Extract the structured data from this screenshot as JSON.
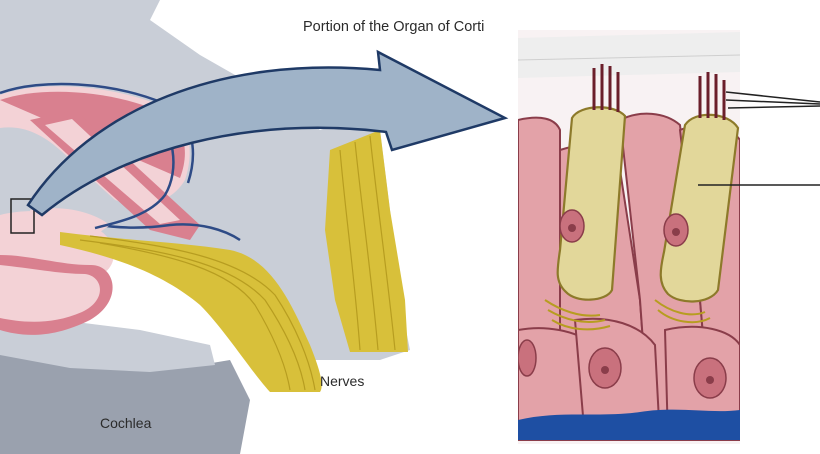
{
  "labels": {
    "title": "Portion of the Organ of Corti",
    "nerves": "Nerves",
    "cochlea": "Cochlea"
  },
  "colors": {
    "background": "#ffffff",
    "bone": "#c9ced7",
    "bone_dark": "#9aa1ae",
    "canal_pink": "#d9808f",
    "canal_light": "#f3d2d6",
    "membrane_blue": "#2e4b86",
    "nerve_yellow": "#d8c03a",
    "nerve_shade": "#b79d20",
    "arrow_fill": "#9fb3c8",
    "arrow_stroke": "#1f3a66",
    "cell_pink": "#e3a2a8",
    "cell_outline": "#8a3d4a",
    "hair_cell_yellow": "#e2d79a",
    "hair_cell_outline": "#8d7a2a",
    "nucleus": "#c9717d",
    "tectorial": "#eeeeee",
    "basilar_blue": "#1e4fa3",
    "stereocilia": "#6b1f2b",
    "pointer_line": "#222222"
  },
  "icons": [
    "cochlea-cross-section-illustration",
    "organ-of-corti-magnified-illustration",
    "zoom-arrow"
  ]
}
